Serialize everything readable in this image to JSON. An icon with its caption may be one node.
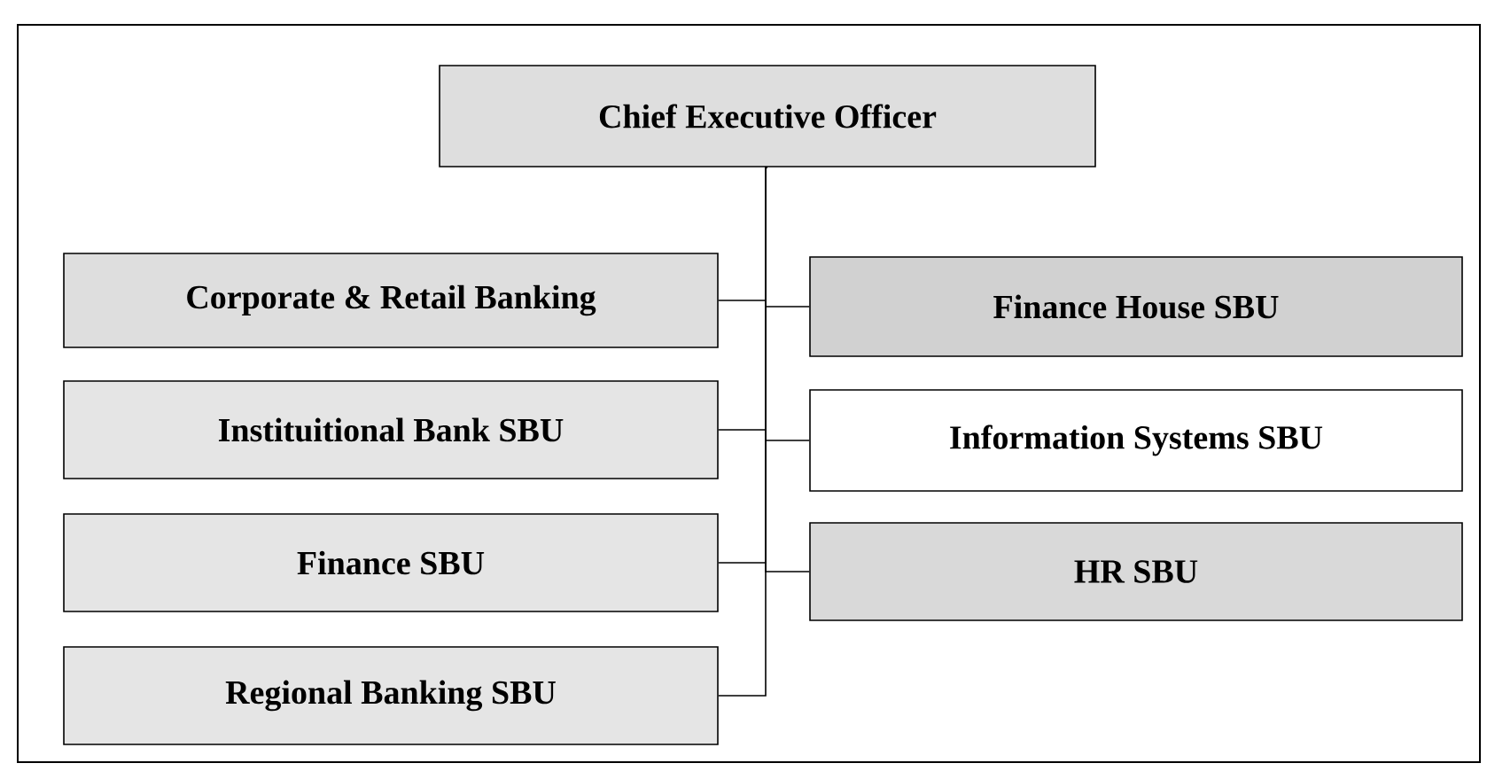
{
  "diagram": {
    "nodes": [
      {
        "text": [
          "Chief Executive Officer"
        ]
      },
      {
        "text": [
          "Corporate & Retail Banking"
        ]
      },
      {
        "text": [
          "Finance House SBU"
        ]
      },
      {
        "text": [
          "Instituitional Bank SBU"
        ]
      },
      {
        "text": [
          "Information Systems SBU"
        ]
      },
      {
        "text": [
          "Finance SBU"
        ]
      },
      {
        "text": [
          "HR SBU"
        ]
      },
      {
        "text": [
          "Regional Banking SBU"
        ]
      }
    ],
    "edges": [
      {
        "from": 0,
        "to": 1,
        "arrow": "none"
      },
      {
        "from": 0,
        "to": 2,
        "arrow": "none"
      },
      {
        "from": 0,
        "to": 3,
        "arrow": "none"
      },
      {
        "from": 0,
        "to": 4,
        "arrow": "none"
      },
      {
        "from": 0,
        "to": 5,
        "arrow": "none"
      },
      {
        "from": 0,
        "to": 6,
        "arrow": "none"
      },
      {
        "from": 0,
        "to": 7,
        "arrow": "none"
      }
    ]
  }
}
